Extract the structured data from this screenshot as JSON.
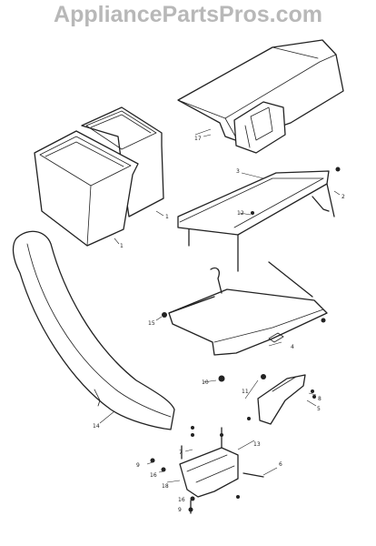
{
  "watermark": "AppliancePartsPros.com",
  "parts": [
    {
      "id": "p1a",
      "label": "1"
    },
    {
      "id": "p1b",
      "label": "1"
    },
    {
      "id": "p2",
      "label": "2"
    },
    {
      "id": "p3",
      "label": "3"
    },
    {
      "id": "p4",
      "label": "4"
    },
    {
      "id": "p5",
      "label": "5"
    },
    {
      "id": "p6",
      "label": "6"
    },
    {
      "id": "p7",
      "label": "7"
    },
    {
      "id": "p8",
      "label": "8"
    },
    {
      "id": "p9a",
      "label": "9"
    },
    {
      "id": "p9b",
      "label": "9"
    },
    {
      "id": "p10",
      "label": "10"
    },
    {
      "id": "p11",
      "label": "11"
    },
    {
      "id": "p12",
      "label": "12"
    },
    {
      "id": "p13",
      "label": "13"
    },
    {
      "id": "p14",
      "label": "14"
    },
    {
      "id": "p15",
      "label": "15"
    },
    {
      "id": "p16a",
      "label": "16"
    },
    {
      "id": "p16b",
      "label": "16"
    },
    {
      "id": "p17",
      "label": "17"
    },
    {
      "id": "p18",
      "label": "18"
    }
  ]
}
